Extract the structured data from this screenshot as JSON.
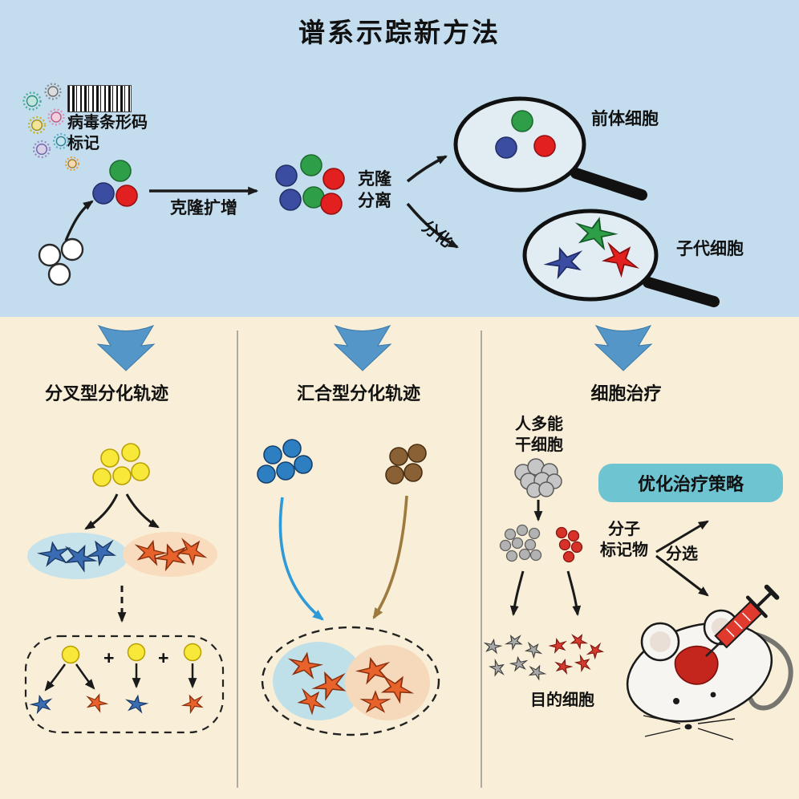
{
  "title": "谱系示踪新方法",
  "top": {
    "viral_label_line1": "病毒条形码",
    "viral_label_line2": "标记",
    "clonal_expansion": "克隆扩增",
    "clone_sep_line1": "克隆",
    "clone_sep_line2": "分离",
    "differentiation": "分化",
    "precursor_label": "前体细胞",
    "progeny_label": "子代细胞"
  },
  "columns": {
    "left_title": "分叉型分化轨迹",
    "middle_title": "汇合型分化轨迹",
    "right_title": "细胞治疗"
  },
  "left_panel": {
    "plus1": "+",
    "plus2": "+"
  },
  "right_panel": {
    "hpsc_line1": "人多能",
    "hpsc_line2": "干细胞",
    "strategy_box": "优化治疗策略",
    "marker_line1": "分子",
    "marker_line2": "标记物",
    "sorting": "分选",
    "target_cells": "目的细胞"
  },
  "colors": {
    "top_bg": "#c3ddee",
    "bottom_bg": "#f9efd8",
    "big_arrow_blue": "#5596c8",
    "strategy_box_teal": "#6fc4d2",
    "cell_green": "#2f9e48",
    "cell_blue": "#3b4da0",
    "cell_red": "#e22020",
    "star_blue": "#3a6cb4",
    "star_orange": "#e8622c",
    "clone_yellow": "#f8e83a",
    "clone_brown": "#8a6134",
    "gray_cell": "#b2b2b2",
    "mouse_red_patch": "#c4251c"
  }
}
